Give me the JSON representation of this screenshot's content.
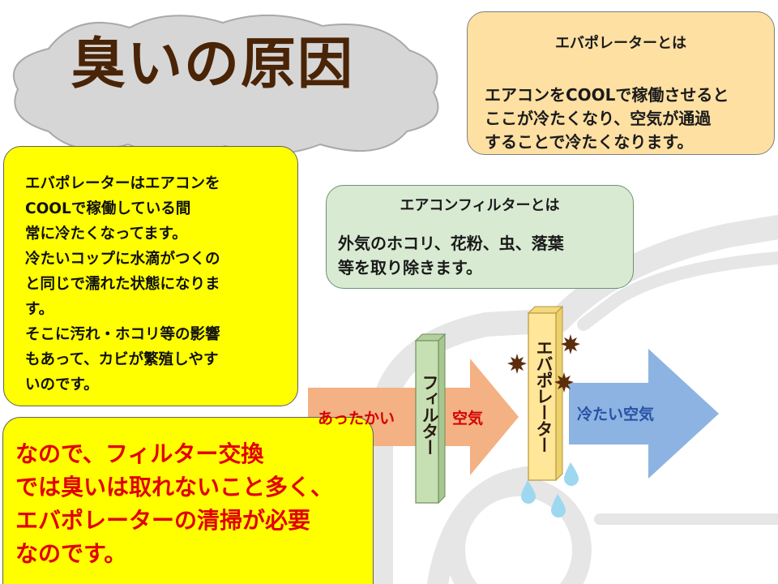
{
  "title": "臭いの原因",
  "evaporator_info": {
    "heading": "エバポレーターとは",
    "line1": "エアコンをCOOLで稼働させると",
    "line2": "ここが冷たくなり、空気が通過",
    "line3": "することで冷たくなります。"
  },
  "filter_info": {
    "heading": "エアコンフィルターとは",
    "line1": "外気のホコリ、花粉、虫、落葉",
    "line2": "等を取り除きます。"
  },
  "explanation": {
    "lines": [
      "エバポレーターはエアコンを",
      "COOLで稼働している間",
      "常に冷たくなってます。",
      "冷たいコップに水滴がつくの",
      "と同じで濡れた状態になりま",
      "す。",
      "そこに汚れ・ホコリ等の影響",
      "もあって、カビが繁殖しやす",
      "いのです。"
    ]
  },
  "conclusion": {
    "lines": [
      "なので、フィルター交換",
      "では臭いは取れないこと多く、",
      "エバポレーターの清掃が必要",
      "なのです。"
    ]
  },
  "diagram": {
    "warm_air_label": "あったかい",
    "air_label": "空気",
    "cold_air_label": "冷たい空気",
    "filter_label": "フィルター",
    "evaporator_label": "エバポレーター"
  },
  "colors": {
    "title": "#4a2407",
    "warm_arrow": "#f4b183",
    "cold_arrow": "#8db3e2",
    "filter_bar": "#c6e0b4",
    "evaporator_bar": "#ffe699",
    "highlight_box": "#ffff00",
    "warning_text": "#e00000",
    "mold": "#5a2d0c",
    "water_drop": "#9dd8f0"
  }
}
